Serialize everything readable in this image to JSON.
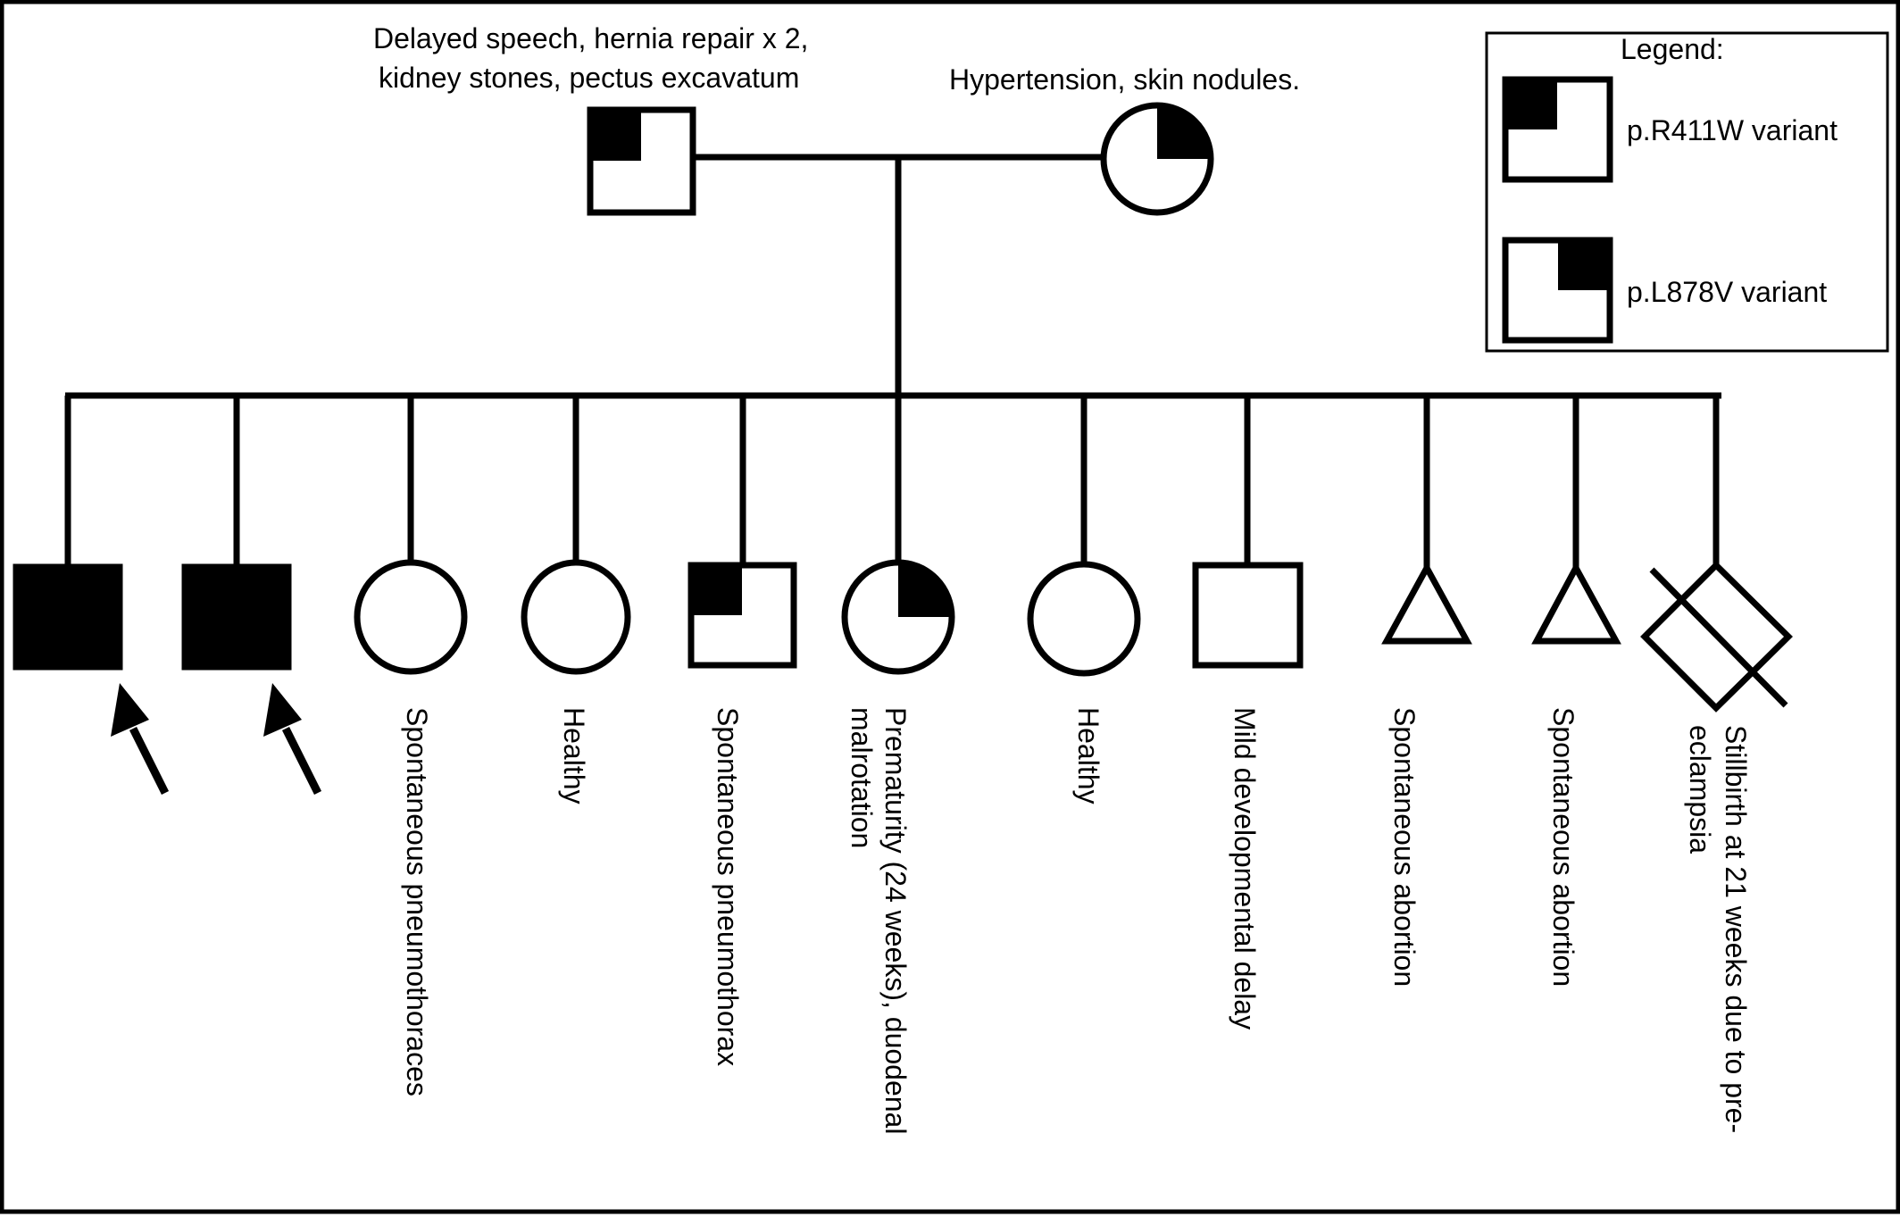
{
  "parents": {
    "father_note_line1": "Delayed speech, hernia repair x 2,",
    "father_note_line2": "kidney stones, pectus excavatum",
    "mother_note": "Hypertension, skin nodules."
  },
  "legend": {
    "title": "Legend:",
    "item1": "p.R411W variant",
    "item2": "p.L878V variant"
  },
  "children": [
    {
      "label1": "",
      "label2": ""
    },
    {
      "label1": "",
      "label2": ""
    },
    {
      "label1": "Spontaneous pneumothoraces",
      "label2": ""
    },
    {
      "label1": "Healthy",
      "label2": ""
    },
    {
      "label1": "Spontaneous pneumothorax",
      "label2": ""
    },
    {
      "label1": "Prematurity (24 weeks), duodenal",
      "label2": "malrotation"
    },
    {
      "label1": "Healthy",
      "label2": ""
    },
    {
      "label1": "Mild developmental delay",
      "label2": ""
    },
    {
      "label1": "Spontaneous abortion",
      "label2": ""
    },
    {
      "label1": "Spontaneous abortion",
      "label2": ""
    },
    {
      "label1": "Stillbirth at 21 weeks due to pre-",
      "label2": "eclampsia"
    }
  ],
  "colors": {
    "ink": "#000000",
    "background": "#ffffff"
  }
}
